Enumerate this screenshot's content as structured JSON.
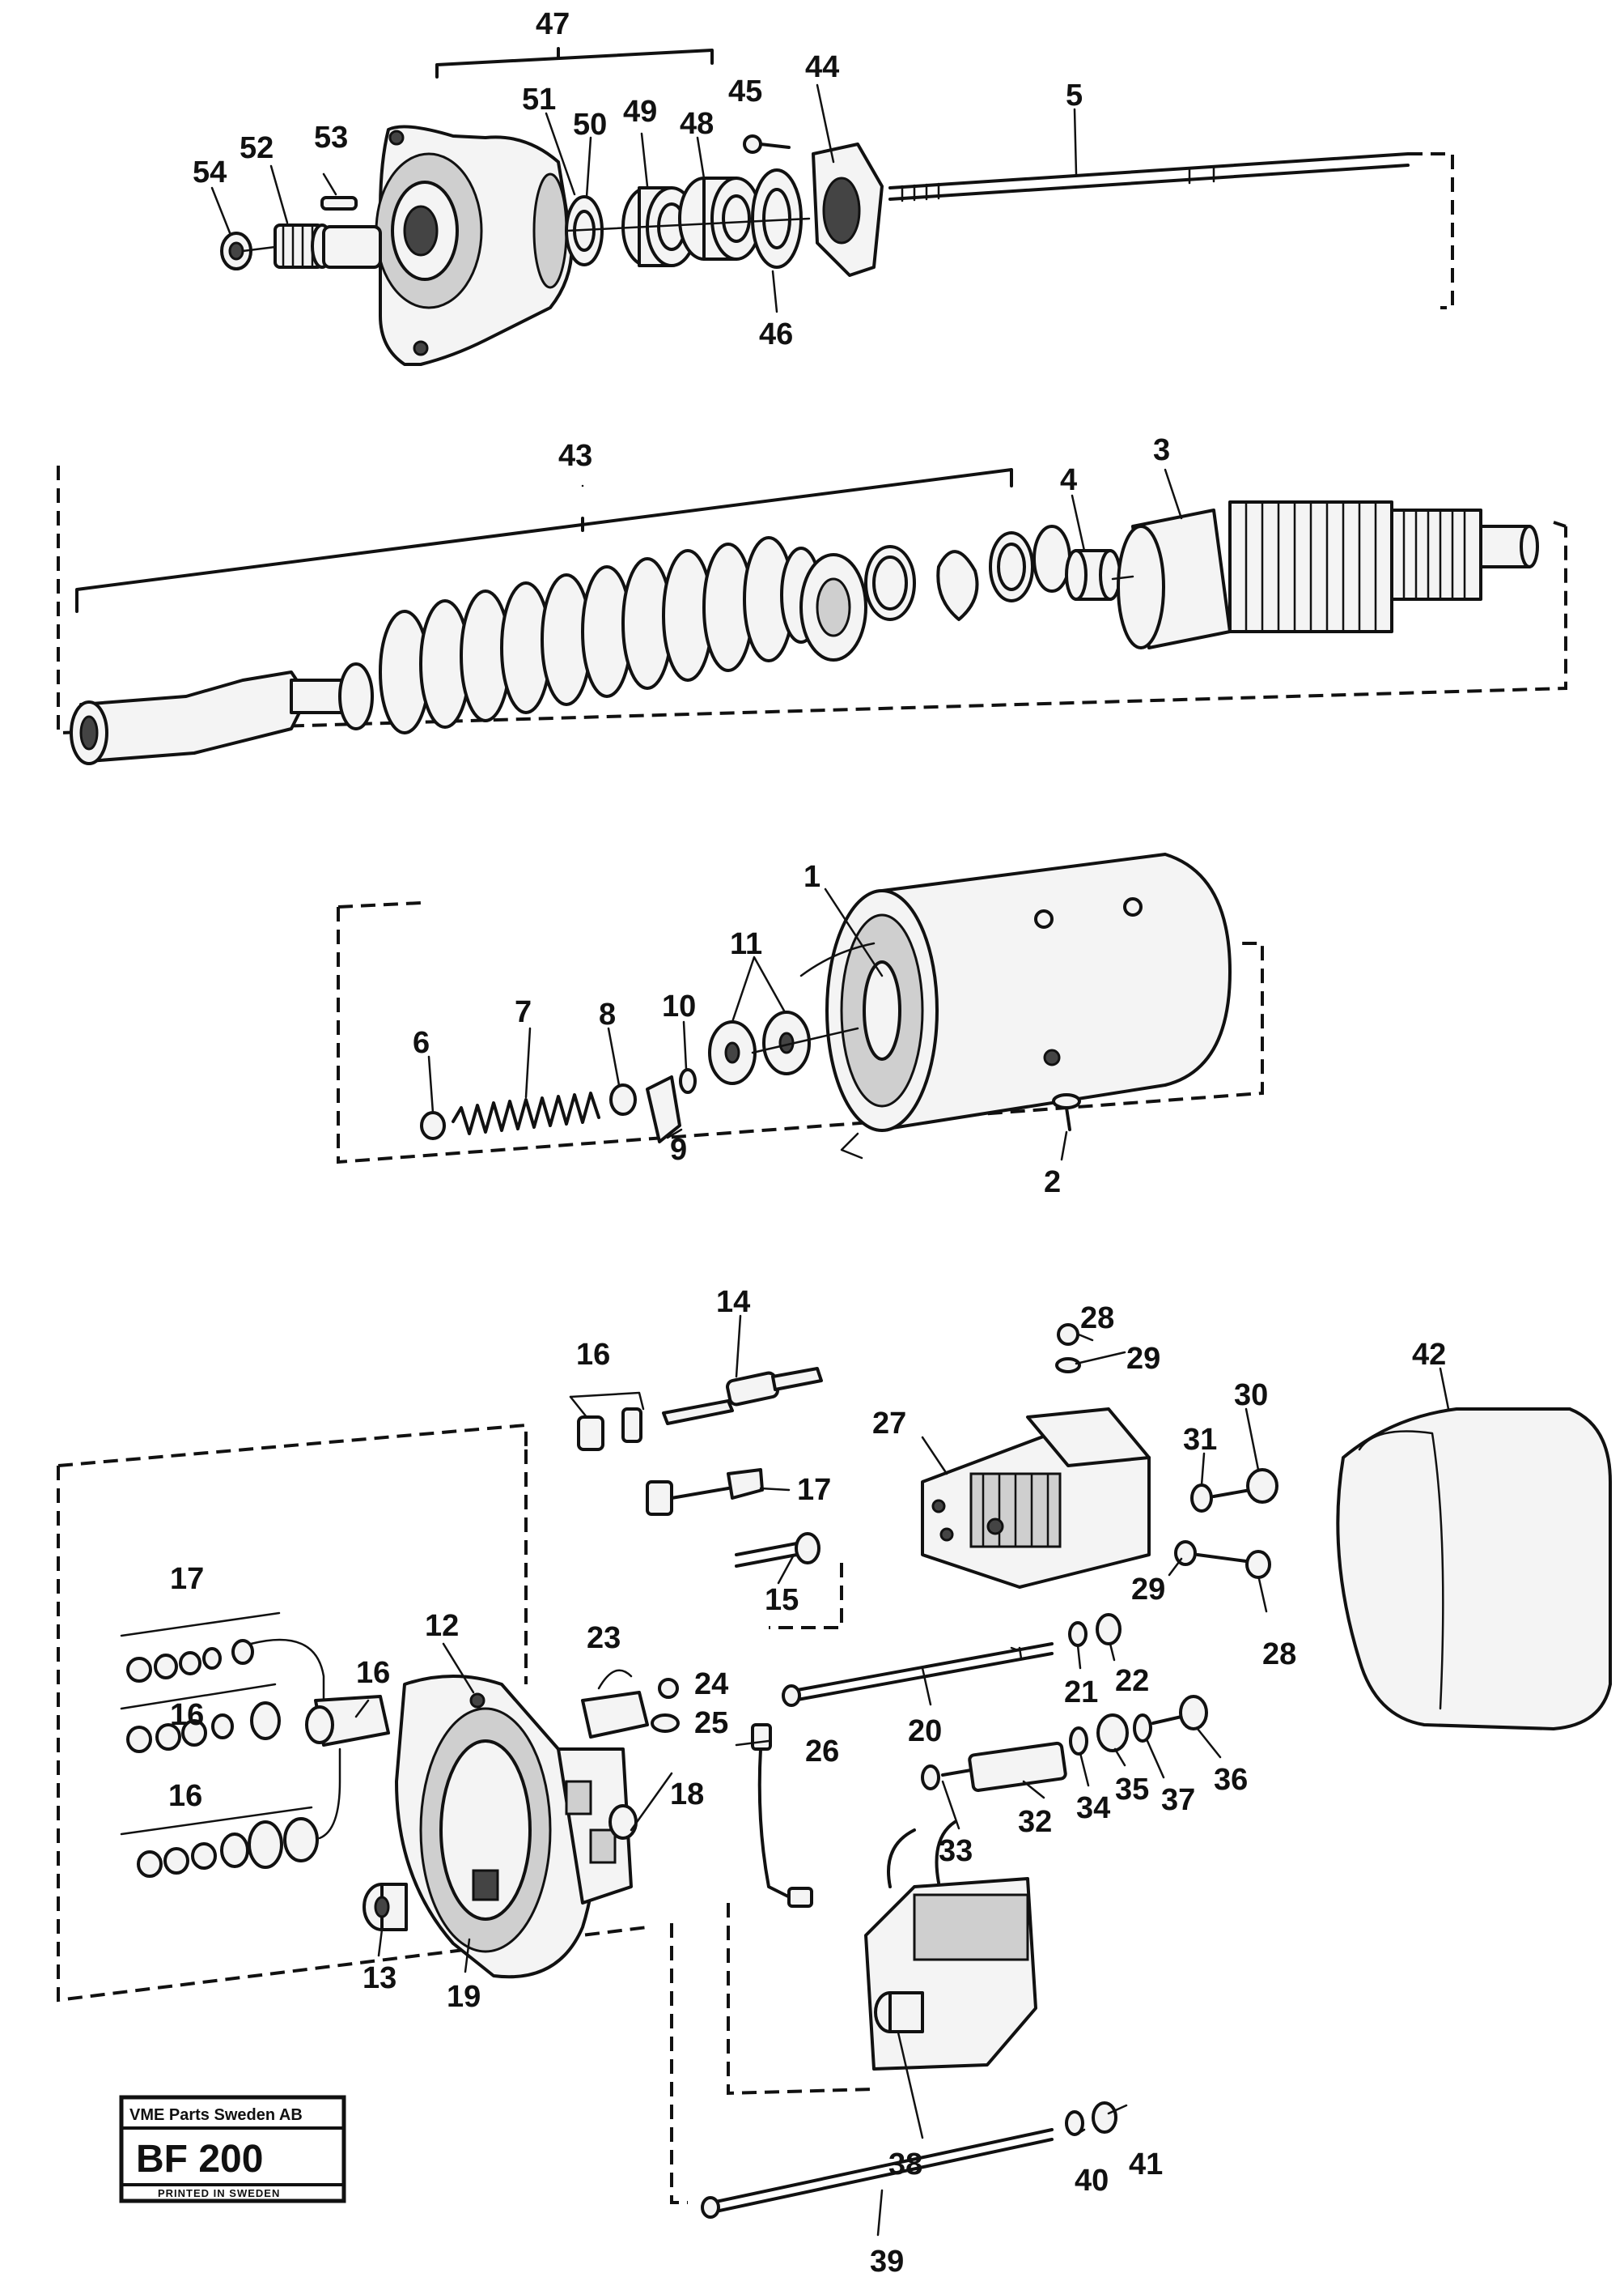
{
  "stamp": {
    "company": "VME Parts Sweden AB",
    "code": "BF 200",
    "printed": "PRINTED IN SWEDEN"
  },
  "labels": {
    "p1": "1",
    "p2": "2",
    "p3": "3",
    "p4": "4",
    "p5": "5",
    "p6": "6",
    "p7": "7",
    "p8": "8",
    "p9": "9",
    "p10": "10",
    "p11": "11",
    "p12": "12",
    "p13": "13",
    "p14": "14",
    "p15": "15",
    "p16": "16",
    "p17": "17",
    "p18": "18",
    "p19": "19",
    "p20": "20",
    "p21": "21",
    "p22": "22",
    "p23": "23",
    "p24": "24",
    "p25": "25",
    "p26": "26",
    "p27": "27",
    "p28": "28",
    "p29": "29",
    "p30": "30",
    "p31": "31",
    "p32": "32",
    "p33": "33",
    "p34": "34",
    "p35": "35",
    "p36": "36",
    "p37": "37",
    "p38": "38",
    "p39": "39",
    "p40": "40",
    "p41": "41",
    "p42": "42",
    "p43": "43",
    "p44": "44",
    "p45": "45",
    "p46": "46",
    "p47": "47",
    "p48": "48",
    "p49": "49",
    "p50": "50",
    "p51": "51",
    "p52": "52",
    "p53": "53",
    "p54": "54"
  }
}
